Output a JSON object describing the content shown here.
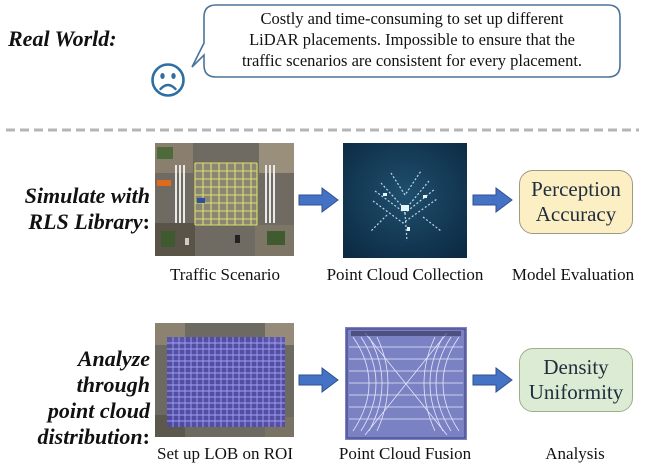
{
  "rows": {
    "real_world": {
      "label": "Real World:"
    },
    "simulate": {
      "label_line1": "Simulate with",
      "label_line2_italic": "RLS Library",
      "label_line2_suffix": ":"
    },
    "analyze": {
      "label_line1": "Analyze through",
      "label_line2": "point cloud",
      "label_line3_italic": "distribution",
      "label_line3_suffix": ":"
    }
  },
  "bubble": {
    "lines": [
      "Costly and time-consuming to set up different",
      "LiDAR placements. Impossible to ensure that the",
      "traffic scenarios are consistent for every placement."
    ]
  },
  "captions": {
    "traffic_scenario": "Traffic Scenario",
    "point_cloud_collection": "Point Cloud Collection",
    "model_evaluation": "Model Evaluation",
    "setup_lob": "Set up LOB on ROI",
    "point_cloud_fusion": "Point Cloud Fusion",
    "analysis": "Analysis"
  },
  "boxes": {
    "perception": {
      "line1": "Perception",
      "line2": "Accuracy"
    },
    "density": {
      "line1": "Density",
      "line2": "Uniformity"
    }
  },
  "colors": {
    "arrow": "#4472c4",
    "box_orange": "#fdefc4",
    "box_green": "#dcebd3",
    "bubble_border": "#4a7399",
    "sad_face": "#2f6ea3"
  },
  "icons": {
    "sad_face": "sad-face-icon"
  }
}
